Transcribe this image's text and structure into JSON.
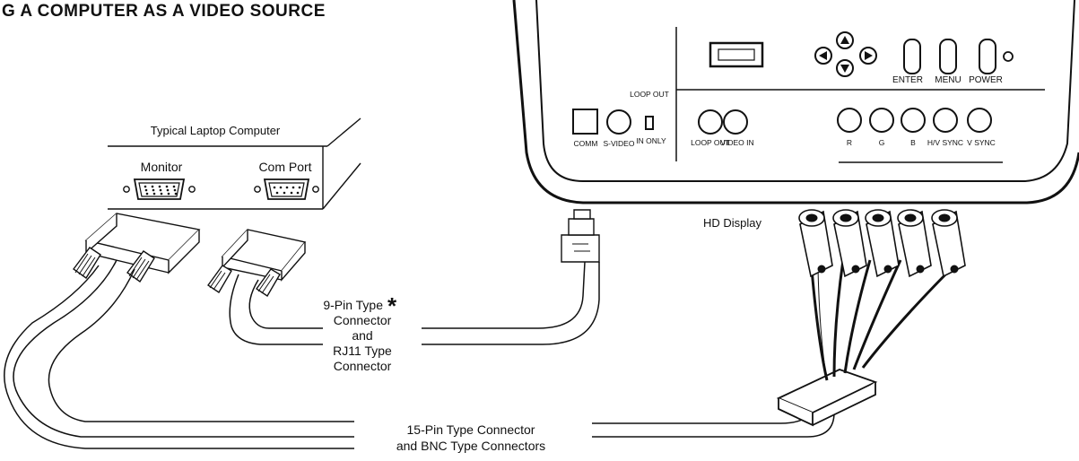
{
  "title": "G A COMPUTER AS A VIDEO SOURCE",
  "laptop": {
    "title": "Typical Laptop Computer",
    "monitor_label": "Monitor",
    "com_port_label": "Com Port"
  },
  "display": {
    "name": "HD Display",
    "panel": {
      "loop_out": "LOOP OUT",
      "in_only": "IN ONLY",
      "comm": "COMM",
      "svideo": "S-VIDEO",
      "loop_out_jack": "LOOP OUT",
      "video_in": "VIDEO IN",
      "r": "R",
      "g": "G",
      "b": "B",
      "hv_sync": "H/V SYNC",
      "v_sync": "V SYNC",
      "enter": "ENTER",
      "menu": "MENU",
      "power": "POWER"
    }
  },
  "callouts": {
    "serial": {
      "line1": "9-Pin Type",
      "star": "*",
      "line2": "Connector",
      "line3": "and",
      "line4": "RJ11 Type",
      "line5": "Connector"
    },
    "vga": {
      "line1": "15-Pin Type Connector",
      "line2": "and BNC Type Connectors"
    }
  }
}
